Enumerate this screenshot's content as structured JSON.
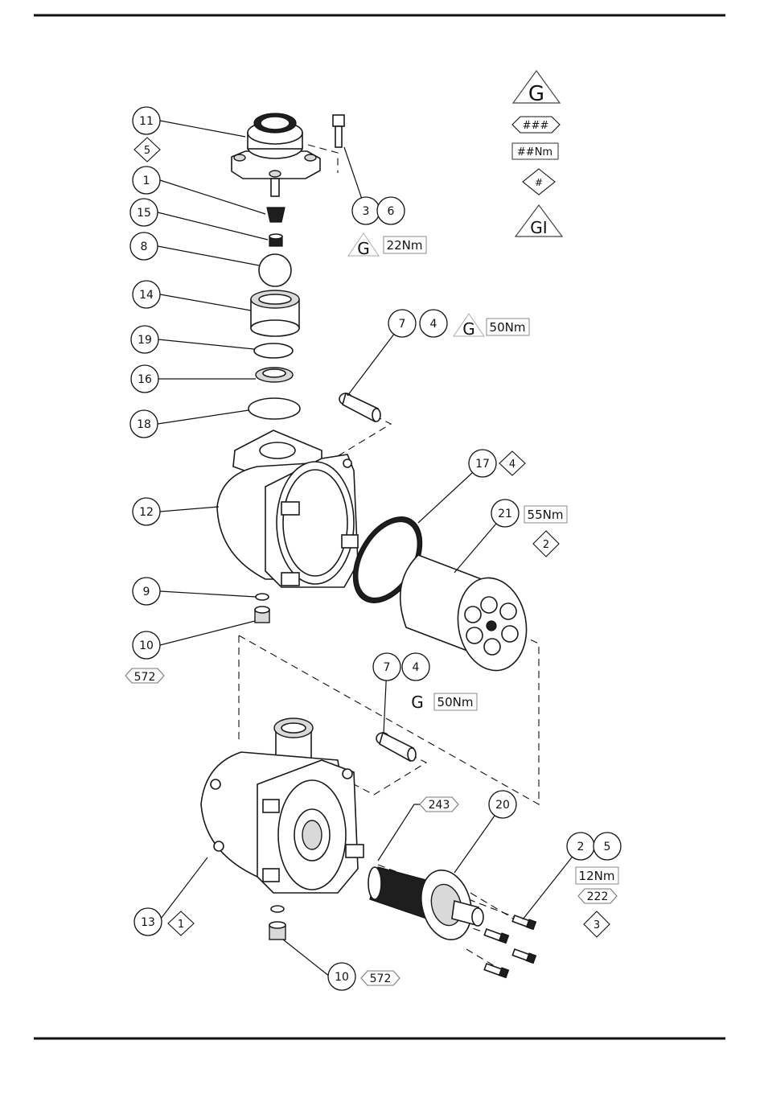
{
  "callouts": [
    {
      "label": "11"
    },
    {
      "label": "1"
    },
    {
      "label": "15"
    },
    {
      "label": "8"
    },
    {
      "label": "14"
    },
    {
      "label": "19"
    },
    {
      "label": "16"
    },
    {
      "label": "18"
    },
    {
      "label": "12"
    },
    {
      "label": "9"
    },
    {
      "label": "10"
    },
    {
      "label": "3"
    },
    {
      "label": "6"
    },
    {
      "label": "7"
    },
    {
      "label": "4"
    },
    {
      "label": "17"
    },
    {
      "label": "21"
    },
    {
      "label": "7"
    },
    {
      "label": "4"
    },
    {
      "label": "13"
    },
    {
      "label": "10"
    },
    {
      "label": "20"
    },
    {
      "label": "2"
    },
    {
      "label": "5"
    }
  ],
  "diamonds": [
    {
      "label": "5"
    },
    {
      "label": "4"
    },
    {
      "label": "2"
    },
    {
      "label": "1"
    },
    {
      "label": "3"
    }
  ],
  "threadlock": [
    {
      "label": "572"
    },
    {
      "label": "243"
    },
    {
      "label": "222"
    },
    {
      "label": "572"
    }
  ],
  "torques": [
    {
      "label": "22Nm"
    },
    {
      "label": "50Nm"
    },
    {
      "label": "55Nm"
    },
    {
      "label": "50Nm"
    },
    {
      "label": "12Nm"
    }
  ],
  "grease_mark": "G",
  "legend": {
    "grease": "G",
    "threadlock": "###",
    "torque": "##Nm",
    "step": "#",
    "grease_alt": "GI"
  }
}
